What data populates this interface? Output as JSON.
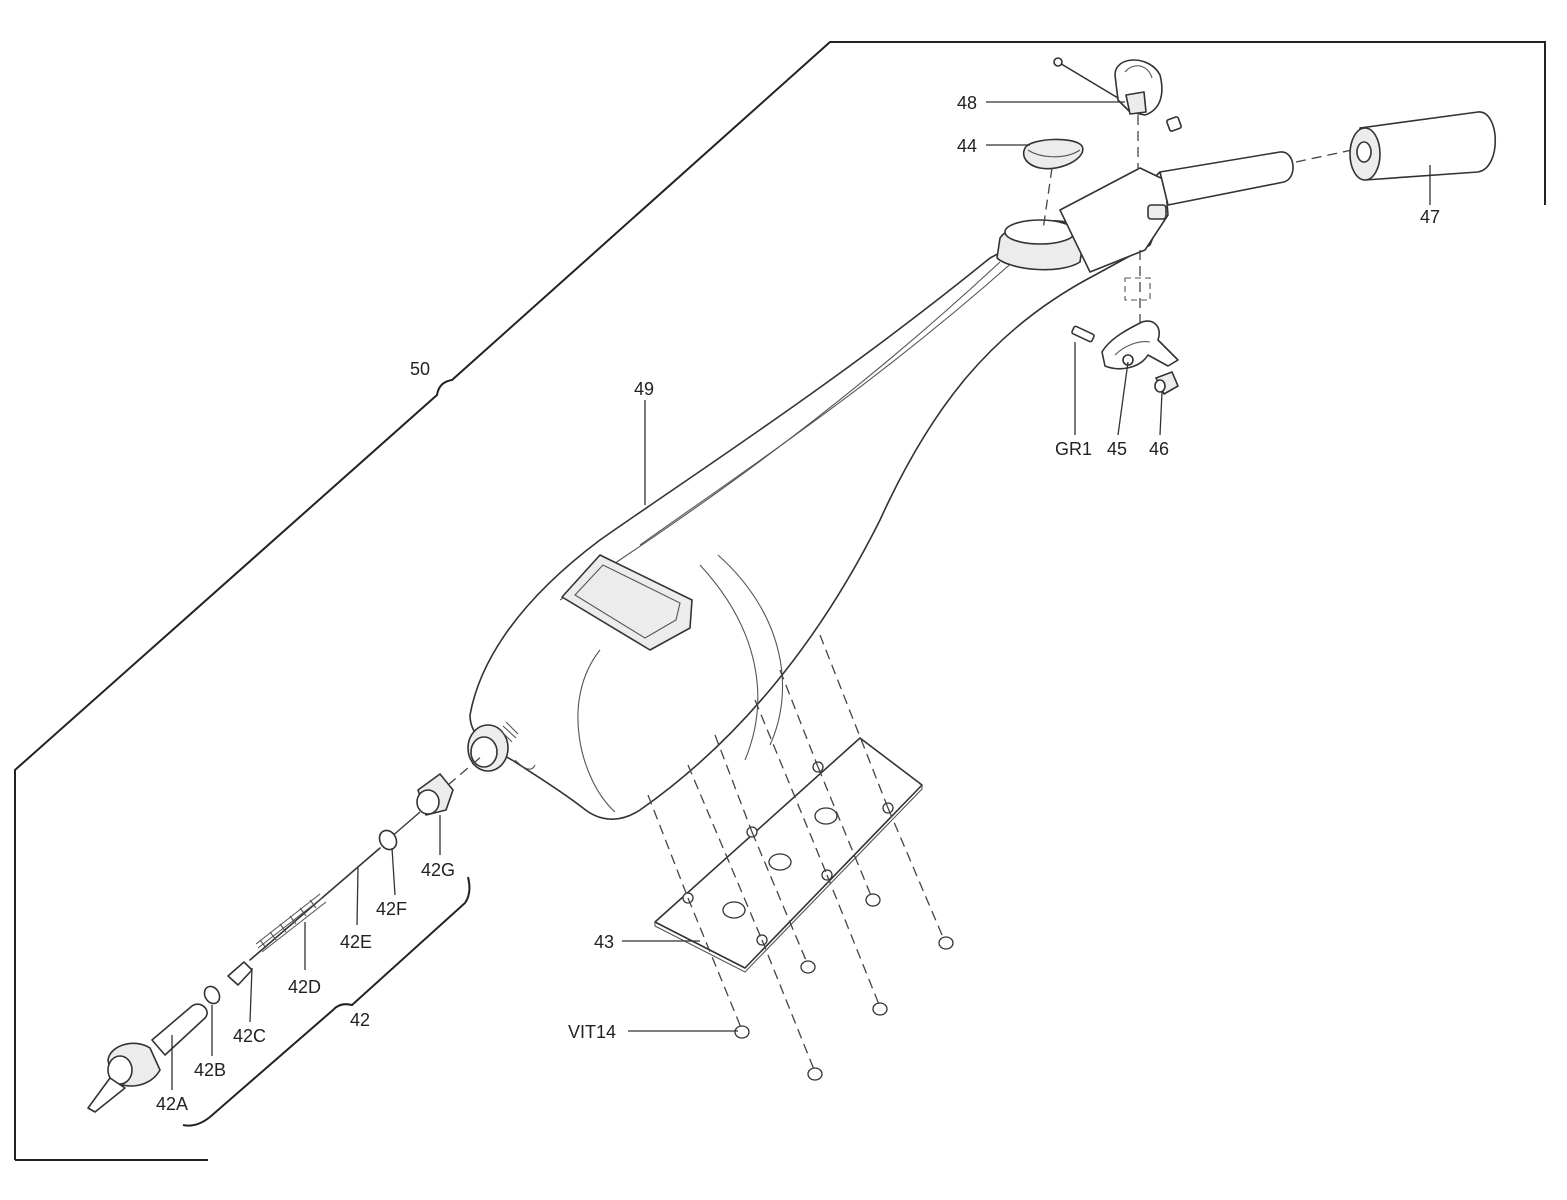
{
  "diagram": {
    "background_color": "#ffffff",
    "line_color": "#333333",
    "labels": {
      "p50": "50",
      "p49": "49",
      "p48": "48",
      "p44": "44",
      "p47": "47",
      "pGR1": "GR1",
      "p45": "45",
      "p46": "46",
      "p43": "43",
      "pVIT14": "VIT14",
      "p42": "42",
      "p42A": "42A",
      "p42B": "42B",
      "p42C": "42C",
      "p42D": "42D",
      "p42E": "42E",
      "p42F": "42F",
      "p42G": "42G"
    }
  }
}
